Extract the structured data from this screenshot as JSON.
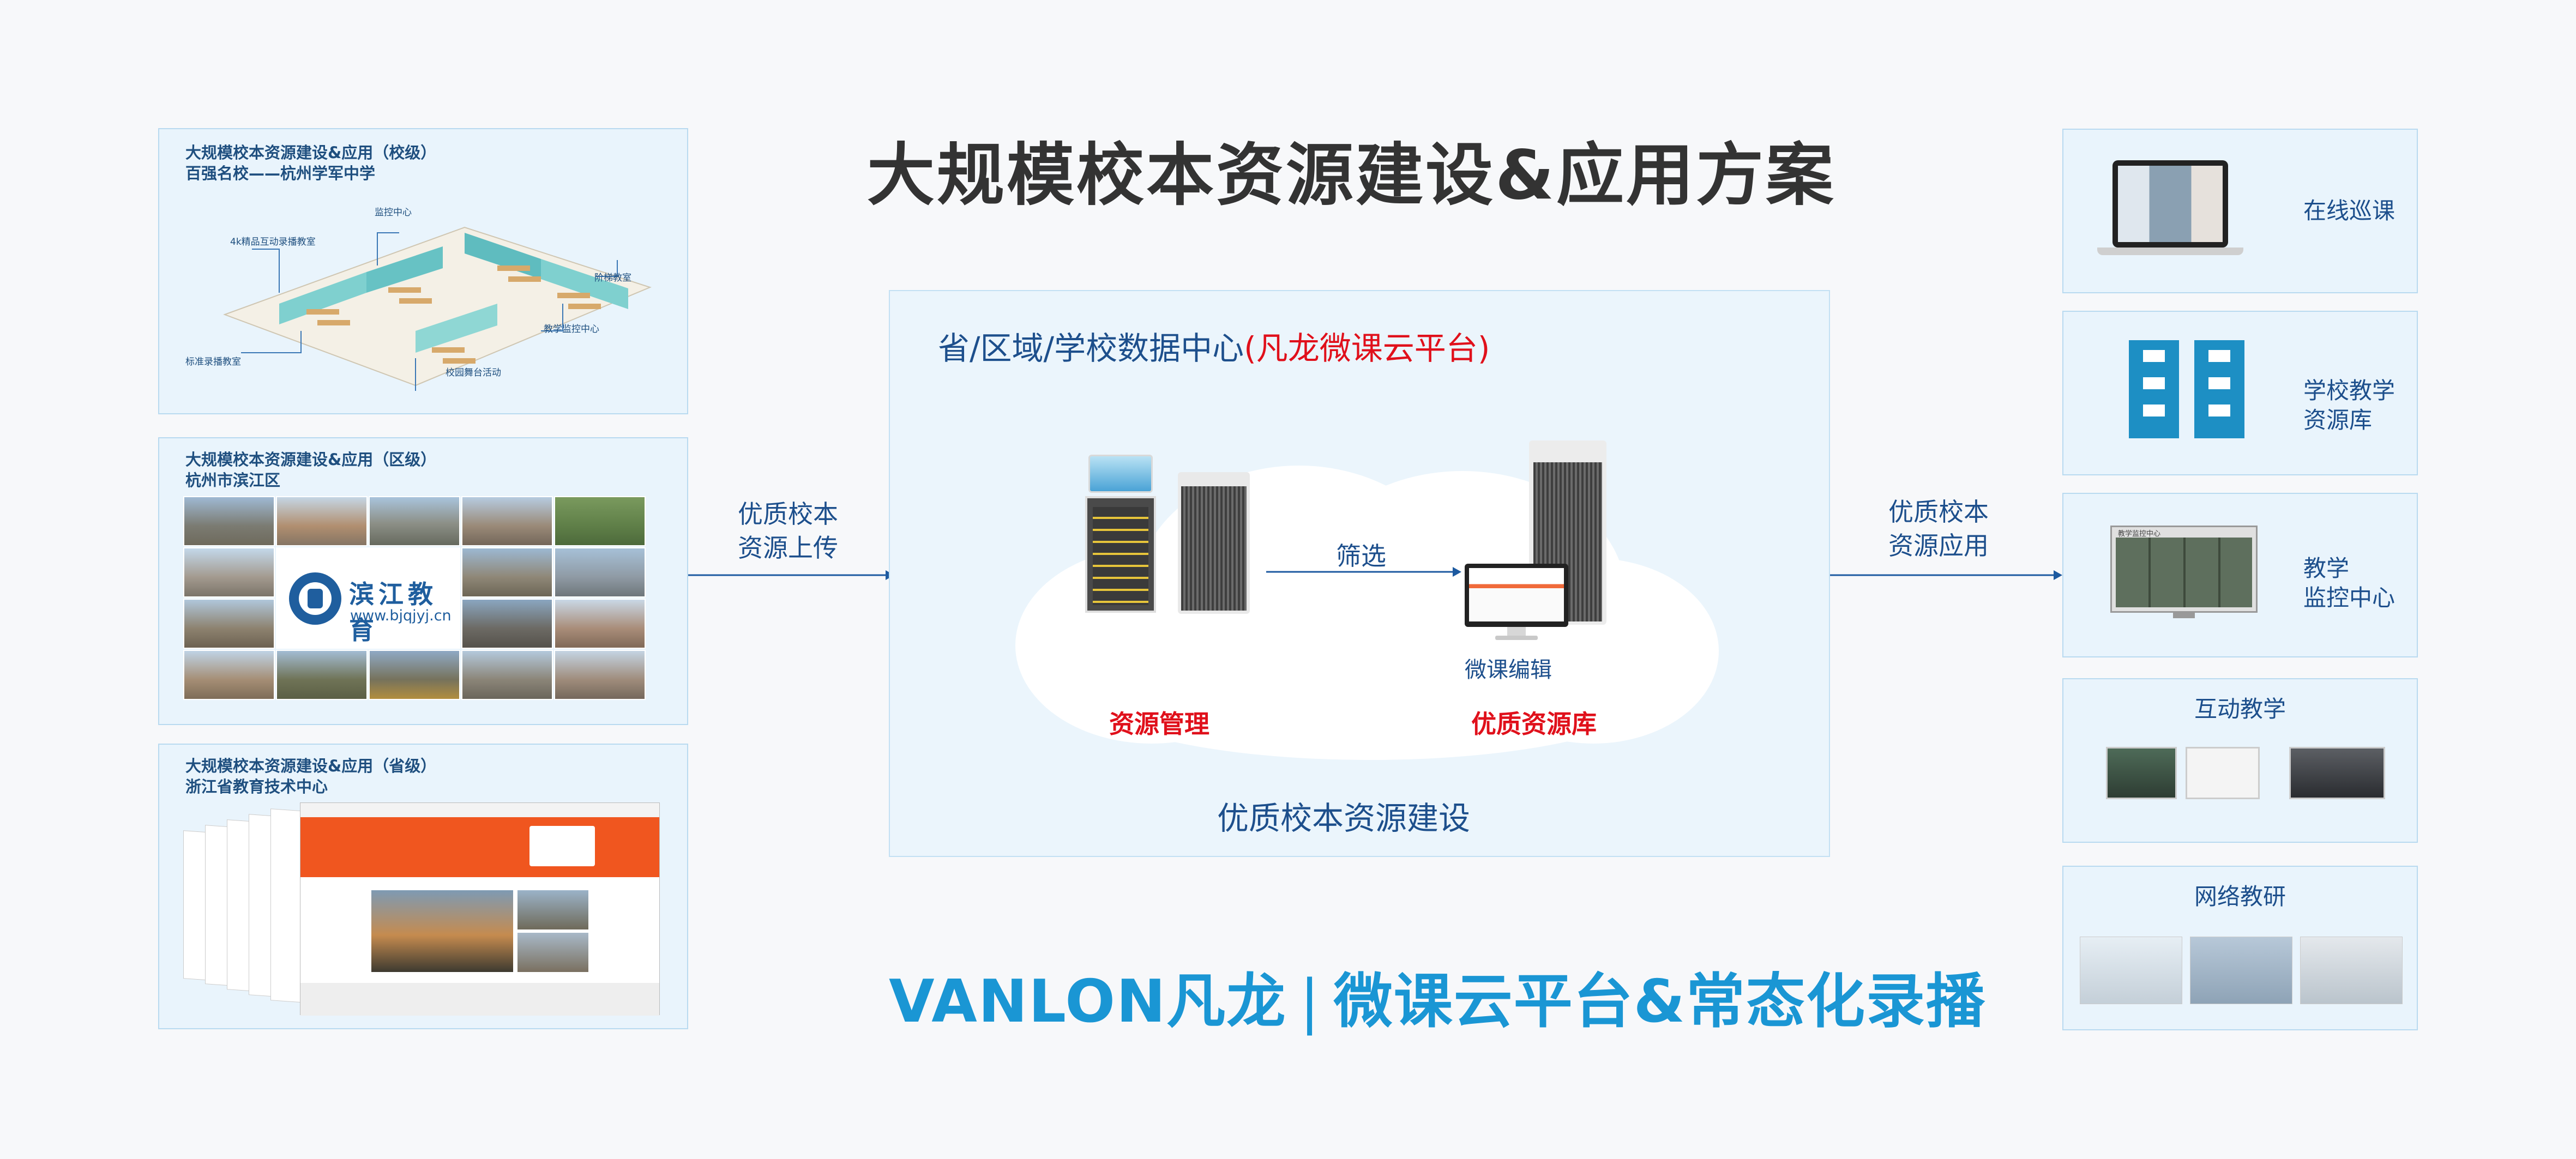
{
  "title": "大规模校本资源建设&应用方案",
  "left_panels": [
    {
      "title_line1": "大规模校本资源建设&应用（校级）",
      "title_line2": "百强名校——杭州学军中学",
      "labels": [
        "4k精品互动录播教室",
        "监控中心",
        "标准录播教室",
        "校园舞台活动",
        "教学监控中心",
        "阶梯教室"
      ]
    },
    {
      "title_line1": "大规模校本资源建设&应用（区级）",
      "title_line2": "杭州市滨江区",
      "logo_text": "滨江教育",
      "logo_url": "www.bjqjyj.cn"
    },
    {
      "title_line1": "大规模校本资源建设&应用（省级）",
      "title_line2": "浙江省教育技术中心"
    }
  ],
  "arrow_left_label": [
    "优质校本",
    "资源上传"
  ],
  "center": {
    "heading_blue": "省/区域/学校数据中心",
    "heading_red": "(凡龙微课云平台)",
    "filter_label": "筛选",
    "edit_label": "微课编辑",
    "mgmt_label": "资源管理",
    "quality_label": "优质资源库",
    "bottom_label": "优质校本资源建设"
  },
  "arrow_right_label": [
    "优质校本",
    "资源应用"
  ],
  "right_panels": [
    {
      "label": "在线巡课"
    },
    {
      "label_lines": [
        "学校教学",
        "资源库"
      ]
    },
    {
      "label_lines": [
        "教学",
        "监控中心"
      ],
      "screen_text": "教学监控中心"
    },
    {
      "label": "互动教学"
    },
    {
      "label": "网络教研"
    }
  ],
  "brand": {
    "logo_en": "VANLON",
    "logo_cn": "凡龙",
    "slogan": "微课云平台&常态化录播"
  },
  "colors": {
    "accent": "#1a96d4",
    "label_blue": "#1d4f8c",
    "label_red": "#e0101b",
    "panel_bg": "#e9f4fc"
  }
}
